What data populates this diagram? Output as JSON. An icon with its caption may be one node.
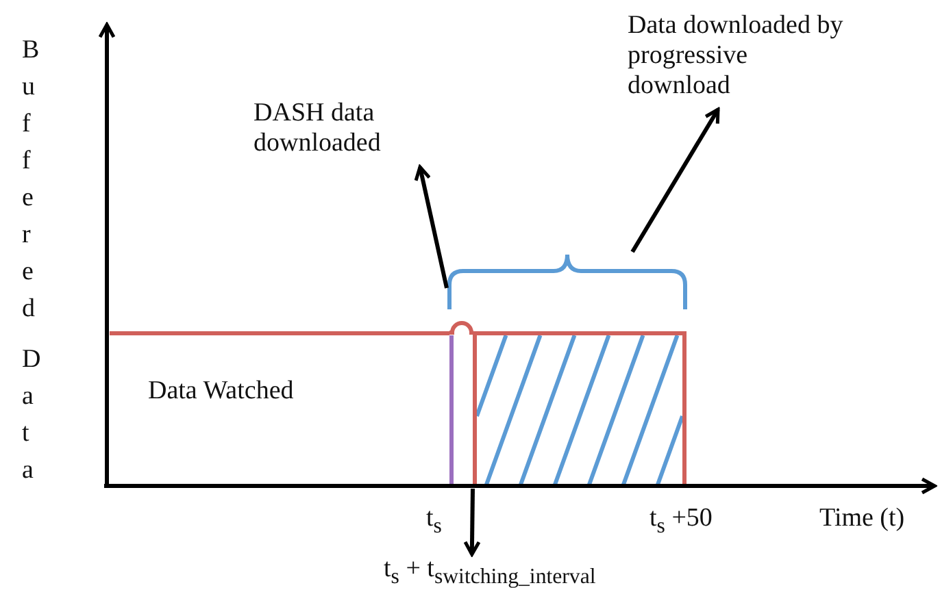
{
  "diagram": {
    "nodes": [
      {
        "text": [
          "DASH data downloaded"
        ]
      },
      {
        "text": [
          "Data downloaded by progressive download"
        ]
      },
      {
        "text": [],
        "shape": "brace"
      },
      {
        "text": [
          "Data Watched"
        ]
      },
      {
        "text": [],
        "shape": "bar"
      },
      {
        "text": [],
        "shape": "box"
      },
      {
        "text": [
          "t$_{s}$ + t$_{switching_interval}$"
        ]
      }
    ],
    "edges": [
      {
        "from": 2,
        "to": 0,
        "arrow": "to"
      },
      {
        "from": 2,
        "to": 1,
        "arrow": "to"
      },
      {
        "from": 4,
        "to": 6,
        "arrow": "to"
      }
    ],
    "labels": [
      "Buffered",
      "Data",
      "t$_{s}$",
      "t$_{s}$ +50",
      "Time (t)"
    ]
  }
}
